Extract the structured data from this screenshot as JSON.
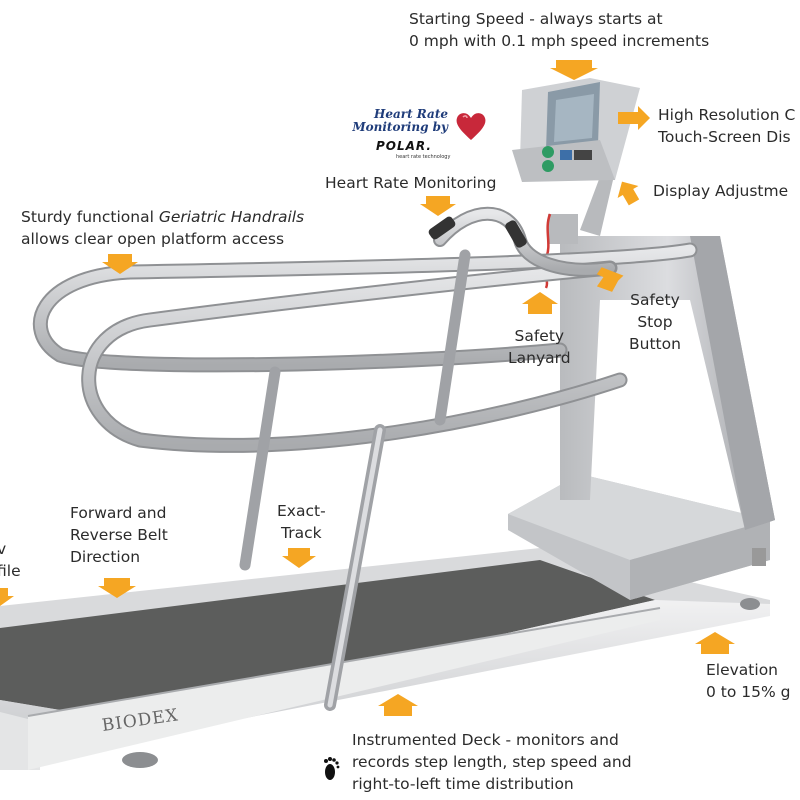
{
  "labels": {
    "starting_speed": [
      "Starting Speed - always starts at",
      "0 mph with 0.1 mph speed increments"
    ],
    "display_hires": [
      "High Resolution C",
      "Touch-Screen Dis"
    ],
    "display_adjust": "Display Adjustme",
    "heart_rate": "Heart Rate Monitoring",
    "handrails_pre": "Sturdy functional ",
    "handrails_em": "Geriatric Handrails",
    "handrails_line2": "allows clear open platform access",
    "safety_lanyard": [
      "Safety",
      "Lanyard"
    ],
    "safety_stop": [
      "Safety",
      "Stop",
      "Button"
    ],
    "forward_reverse": [
      "Forward and",
      "Reverse Belt",
      "Direction"
    ],
    "exact_track": [
      "Exact-",
      "Track"
    ],
    "left_cut": [
      "v",
      "file"
    ],
    "elevation": [
      "Elevation",
      "0 to 15% g"
    ],
    "instrumented_deck": [
      "Instrumented Deck - monitors and",
      "records step length, step speed and",
      "right-to-left time distribution"
    ]
  },
  "polar_logo": {
    "title": [
      "Heart Rate",
      "Monitoring by"
    ],
    "brand": "POLAR.",
    "tagline": "heart rate technology"
  },
  "brand_plate": "BIODEX",
  "colors": {
    "arrow": "#f5a623",
    "frame": "#c9cacc",
    "belt": "#5f605f",
    "polar_blue": "#1f3c7a",
    "heart": "#c8283a"
  }
}
